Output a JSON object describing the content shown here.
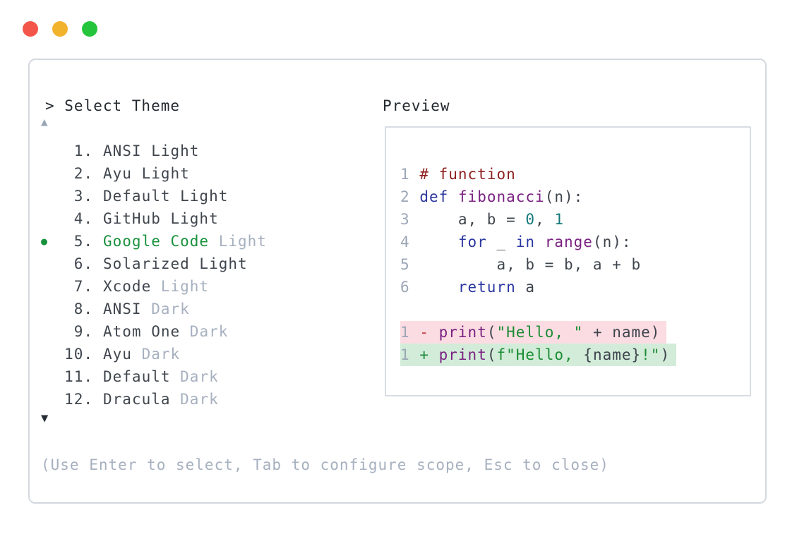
{
  "window": {
    "traffic_lights": [
      {
        "name": "close",
        "color": "#f4554b"
      },
      {
        "name": "minimize",
        "color": "#f2b32c"
      },
      {
        "name": "maximize",
        "color": "#24c53c"
      }
    ]
  },
  "theme_picker": {
    "prompt": "> Select Theme",
    "scroll_up_indicator": "▲",
    "scroll_down_indicator": "▼",
    "selected_bullet": "●",
    "selected_number": 5,
    "items": [
      {
        "number": "1.",
        "name": "ANSI Light",
        "suffix": "",
        "selected": false
      },
      {
        "number": "2.",
        "name": "Ayu Light",
        "suffix": "",
        "selected": false
      },
      {
        "number": "3.",
        "name": "Default Light",
        "suffix": "",
        "selected": false
      },
      {
        "number": "4.",
        "name": "GitHub Light",
        "suffix": "",
        "selected": false
      },
      {
        "number": "5.",
        "name": "Google Code",
        "suffix": " Light",
        "selected": true
      },
      {
        "number": "6.",
        "name": "Solarized Light",
        "suffix": "",
        "selected": false
      },
      {
        "number": "7.",
        "name": "Xcode",
        "suffix": " Light",
        "selected": false
      },
      {
        "number": "8.",
        "name": "ANSI",
        "suffix": " Dark",
        "selected": false
      },
      {
        "number": "9.",
        "name": "Atom One",
        "suffix": " Dark",
        "selected": false
      },
      {
        "number": "10.",
        "name": "Ayu",
        "suffix": " Dark",
        "selected": false
      },
      {
        "number": "11.",
        "name": "Default",
        "suffix": " Dark",
        "selected": false
      },
      {
        "number": "12.",
        "name": "Dracula",
        "suffix": " Dark",
        "selected": false
      }
    ],
    "help_text": "(Use Enter to select, Tab to configure scope, Esc to close)"
  },
  "preview": {
    "label": "Preview",
    "code_lines": [
      {
        "tokens": [
          [
            "1",
            "lnum"
          ],
          [
            " ",
            "pln"
          ],
          [
            "# function",
            "com"
          ]
        ]
      },
      {
        "tokens": [
          [
            "2",
            "lnum"
          ],
          [
            " ",
            "pln"
          ],
          [
            "def",
            "kwd"
          ],
          [
            " ",
            "pln"
          ],
          [
            "fibonacci",
            "fn"
          ],
          [
            "(n):",
            "pln"
          ]
        ]
      },
      {
        "tokens": [
          [
            "3",
            "lnum"
          ],
          [
            "     a, b = ",
            "pln"
          ],
          [
            "0",
            "lit"
          ],
          [
            ", ",
            "pln"
          ],
          [
            "1",
            "lit"
          ]
        ]
      },
      {
        "tokens": [
          [
            "4",
            "lnum"
          ],
          [
            "     ",
            "pln"
          ],
          [
            "for",
            "kwd"
          ],
          [
            " _ ",
            "pln"
          ],
          [
            "in",
            "kwd"
          ],
          [
            " ",
            "pln"
          ],
          [
            "range",
            "fn"
          ],
          [
            "(n):",
            "pln"
          ]
        ]
      },
      {
        "tokens": [
          [
            "5",
            "lnum"
          ],
          [
            "         a, b = b, a + b",
            "pln"
          ]
        ]
      },
      {
        "tokens": [
          [
            "6",
            "lnum"
          ],
          [
            "     ",
            "pln"
          ],
          [
            "return",
            "kwd"
          ],
          [
            " a",
            "pln"
          ]
        ]
      },
      {
        "tokens": []
      },
      {
        "diff": "removed",
        "tokens": [
          [
            "1",
            "lnum"
          ],
          [
            " ",
            "pln"
          ],
          [
            "-",
            "minus"
          ],
          [
            " ",
            "pln"
          ],
          [
            "print",
            "fn"
          ],
          [
            "(",
            "pln"
          ],
          [
            "\"Hello, \"",
            "str"
          ],
          [
            " + name)",
            "pln"
          ]
        ]
      },
      {
        "diff": "added",
        "tokens": [
          [
            "1",
            "lnum"
          ],
          [
            " ",
            "pln"
          ],
          [
            "+",
            "plus"
          ],
          [
            " ",
            "pln"
          ],
          [
            "print",
            "fn"
          ],
          [
            "(",
            "pln"
          ],
          [
            "f\"Hello, ",
            "str"
          ],
          [
            "{name}",
            "pln"
          ],
          [
            "!\"",
            "str"
          ],
          [
            ")",
            "pln"
          ]
        ]
      }
    ]
  },
  "colors": {
    "selected_green": "#18913c",
    "muted_text": "#a6b0bf",
    "dark_text": "#23292f",
    "panel_border": "#d4d8df",
    "preview_border": "#d8dce3",
    "diff_removed_bg": "#fbdce2",
    "diff_added_bg": "#d3ecd9",
    "syntax": {
      "comment": "#8e1f1f",
      "keyword": "#2b37a0",
      "function": "#7a2181",
      "literal": "#15787a",
      "string": "#1a8c34",
      "plain": "#3e444d",
      "line_number": "#9ba6b6",
      "diff_minus": "#c23a42",
      "diff_plus": "#1d8a3a"
    }
  }
}
